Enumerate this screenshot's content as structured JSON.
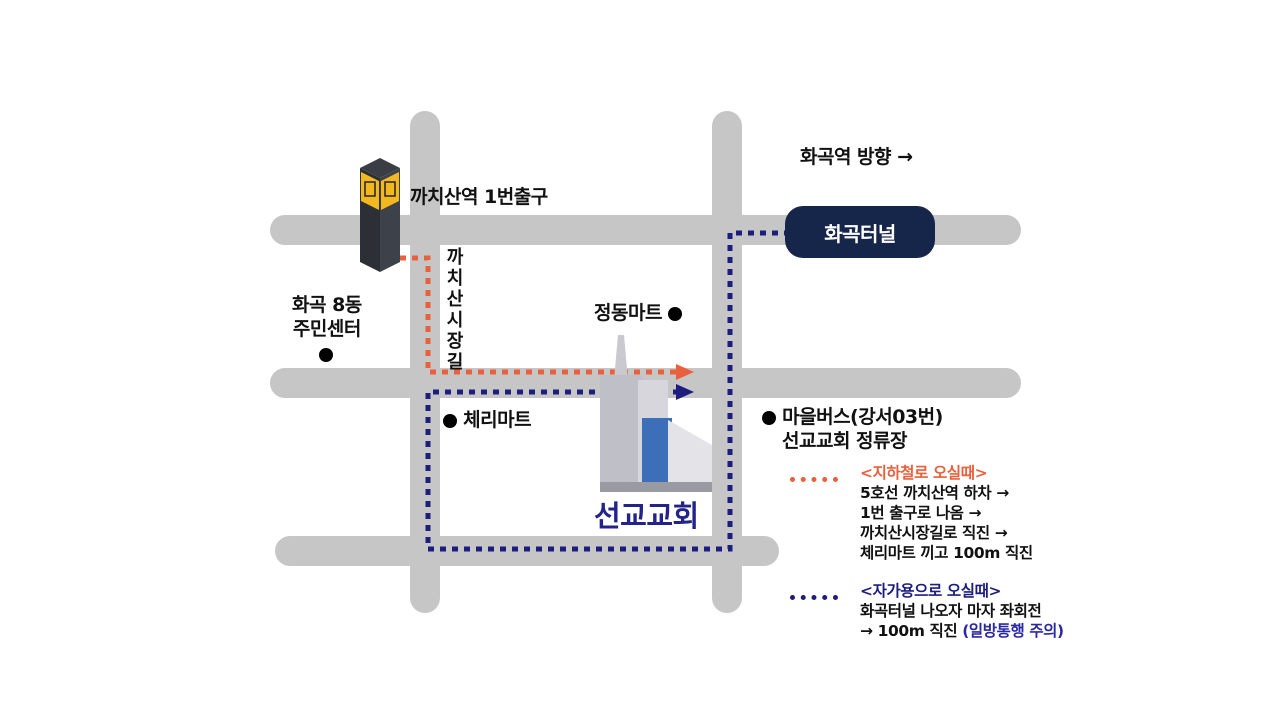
{
  "labels": {
    "direction": "화곡역 방향 →",
    "tunnel": "화곡터널",
    "station_exit": "까치산역 1번출구",
    "street_vertical": "까치산시장길",
    "community_center_line1": "화곡 8동",
    "community_center_line2": "주민센터",
    "jeongdong_mart": "정동마트",
    "cherry_mart": "체리마트",
    "bus_stop_line1": "마을버스(강서03번)",
    "bus_stop_line2": "선교교회 정류장",
    "church": "선교교회"
  },
  "legend": {
    "subway": {
      "title": "<지하철로 오실때>",
      "lines": [
        "5호선 까치산역 하차 →",
        "1번 출구로 나옴 →",
        "까치산시장길로 직진 →",
        "체리마트 끼고 100m 직진"
      ]
    },
    "car": {
      "title": "<자가용으로 오실때>",
      "line1": "화곡터널 나오자 마자 좌회전",
      "line2_prefix": "→ 100m 직진 ",
      "line2_note": "(일방통행 주의)"
    }
  },
  "colors": {
    "road": "#c6c6c6",
    "subway_route": "#e8603c",
    "car_route": "#1d1d7e",
    "tunnel": "#16264a",
    "church_text": "#23238a"
  }
}
